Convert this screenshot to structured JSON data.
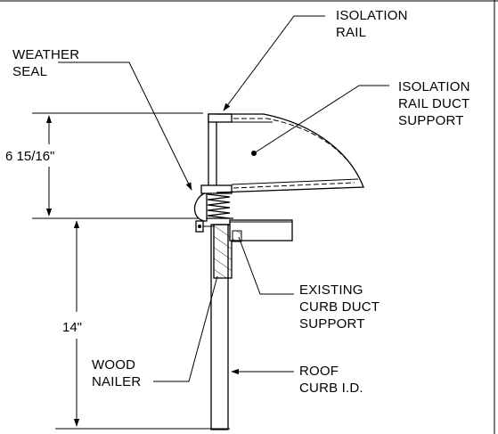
{
  "drawing": {
    "labels": {
      "isolation_rail": [
        "ISOLATION",
        "RAIL"
      ],
      "weather_seal": [
        "WEATHER",
        "SEAL"
      ],
      "isolation_rail_duct_support": [
        "ISOLATION",
        "RAIL DUCT",
        "SUPPORT"
      ],
      "existing_curb_duct_support": [
        "EXISTING",
        "CURB DUCT",
        "SUPPORT"
      ],
      "wood_nailer": [
        "WOOD",
        "NAILER"
      ],
      "roof_curb_id": [
        "ROOF",
        "CURB I.D."
      ]
    },
    "dimensions": {
      "upper": "6 15/16\"",
      "lower": "14\""
    }
  }
}
